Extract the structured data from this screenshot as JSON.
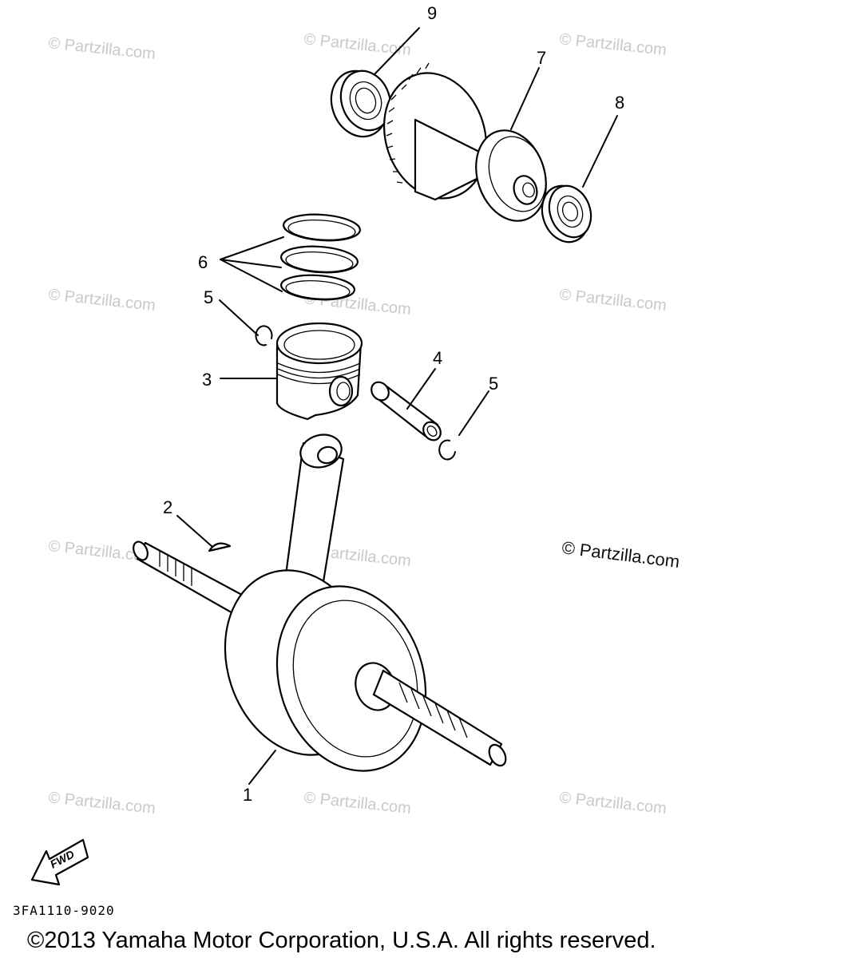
{
  "diagram": {
    "callouts": {
      "c1": "1",
      "c2": "2",
      "c3": "3",
      "c4": "4",
      "c5a": "5",
      "c5b": "5",
      "c6": "6",
      "c7": "7",
      "c8": "8",
      "c9": "9"
    },
    "watermark_text": "© Partzilla.com",
    "main_watermark": "© Partzilla.com",
    "fwd_label": "FWD",
    "diagram_code": "3FA1110-9020",
    "copyright": "©2013 Yamaha Motor Corporation, U.S.A. All rights reserved."
  }
}
